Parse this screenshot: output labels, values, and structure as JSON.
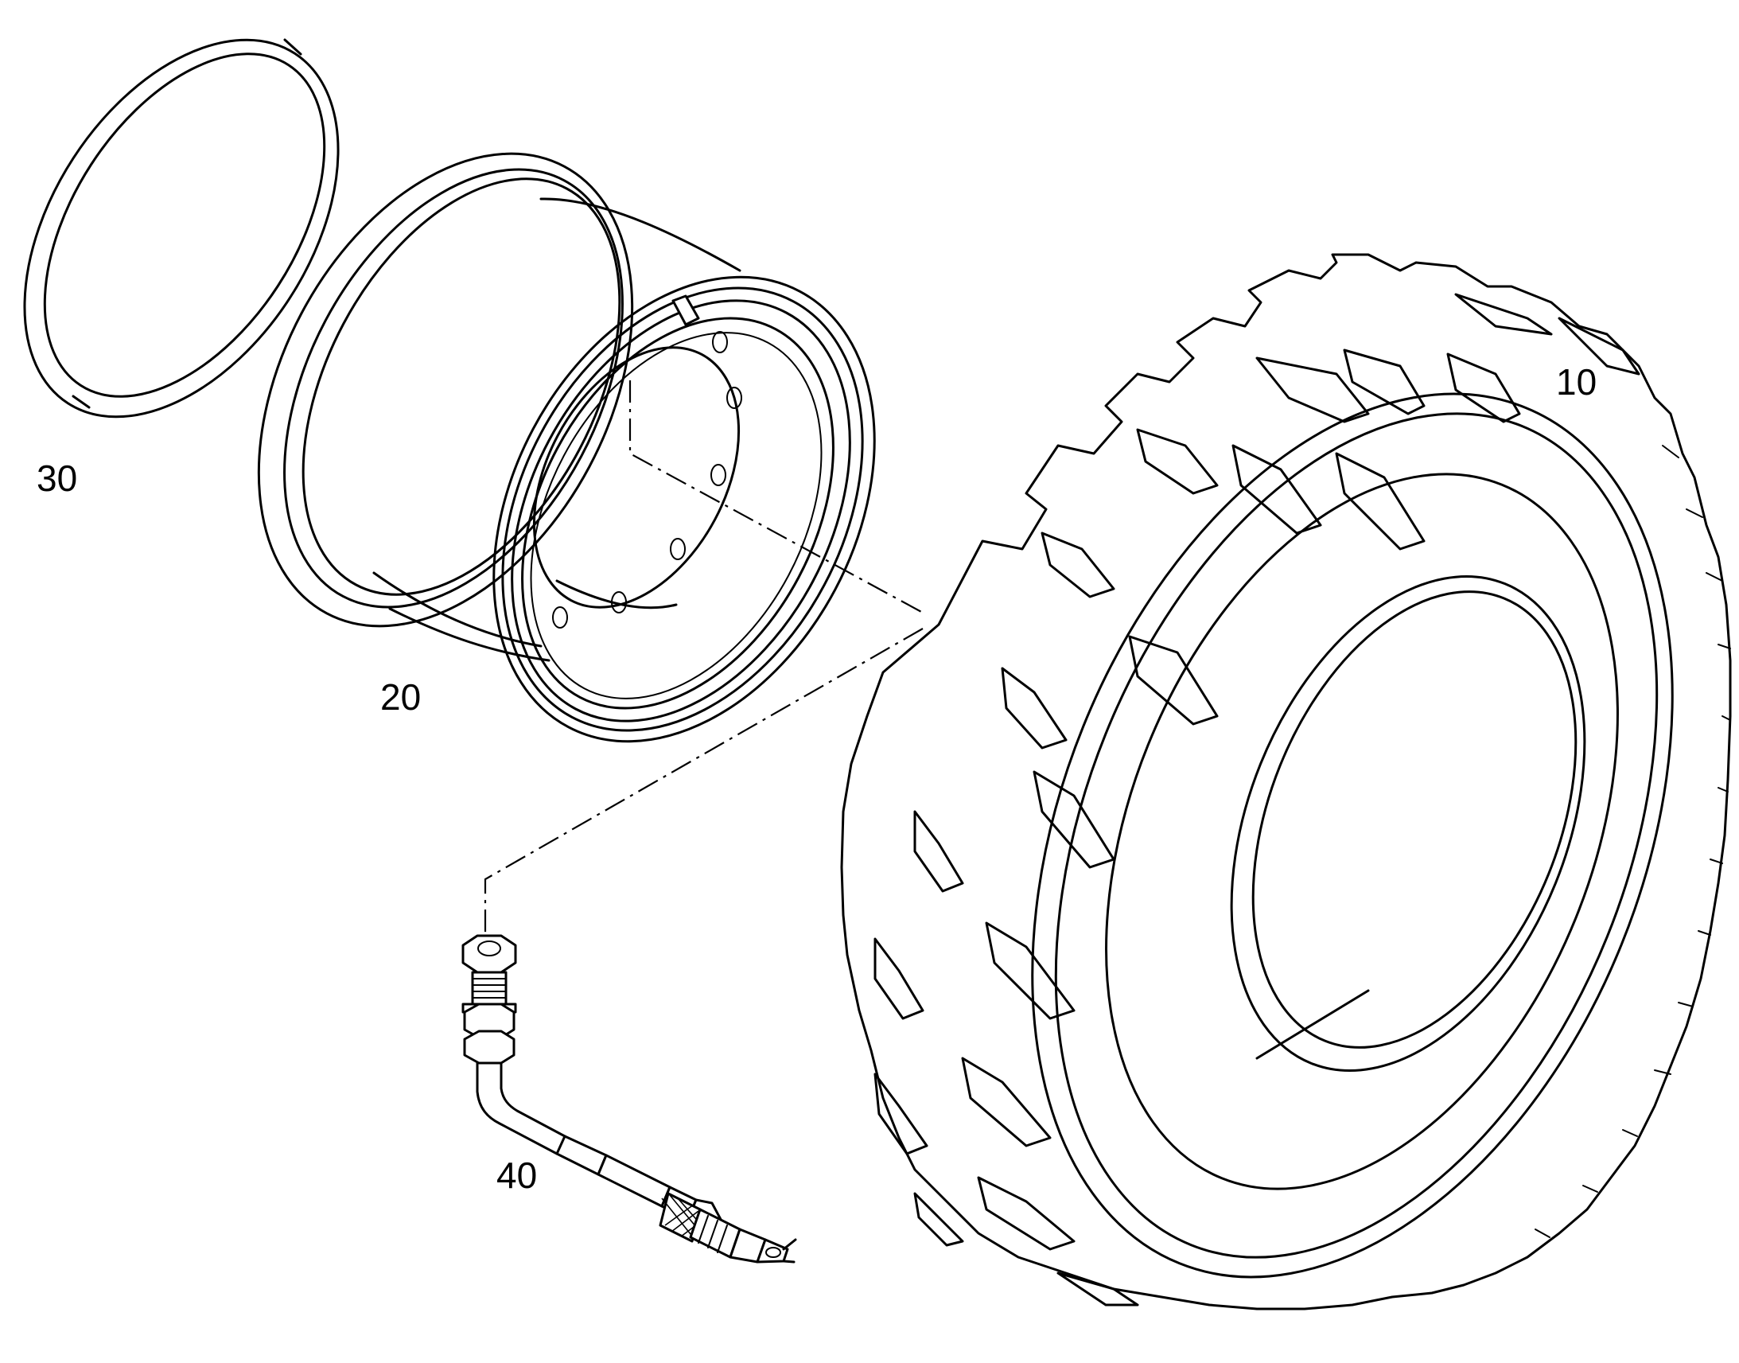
{
  "diagram": {
    "parts": [
      {
        "id": "tyre",
        "label": "10",
        "icon": "tyre-icon"
      },
      {
        "id": "rim",
        "label": "20",
        "icon": "rim-icon"
      },
      {
        "id": "lock-ring",
        "label": "30",
        "icon": "lock-ring-icon"
      },
      {
        "id": "valve",
        "label": "40",
        "icon": "valve-icon"
      }
    ]
  }
}
